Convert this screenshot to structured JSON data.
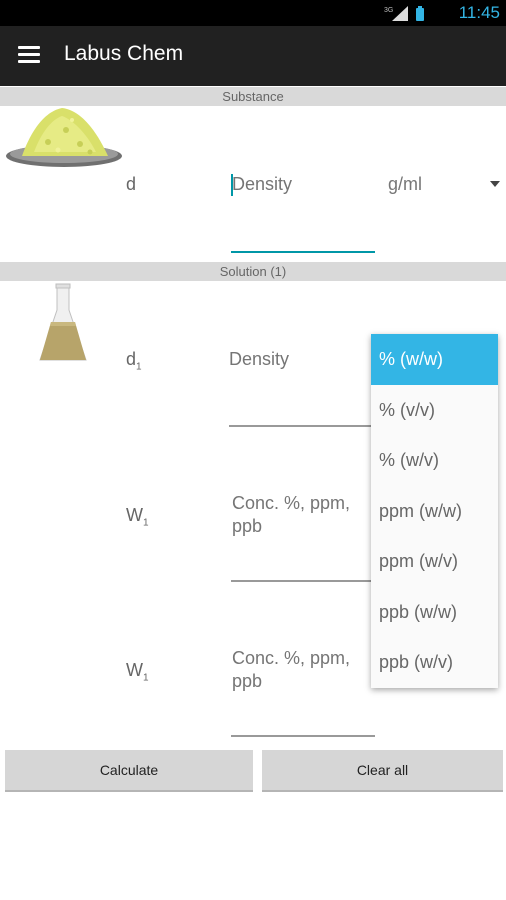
{
  "status_bar": {
    "time": "11:45",
    "network_label": "3G"
  },
  "app_bar": {
    "title": "Labus Chem",
    "menu_icon": "hamburger-menu-icon"
  },
  "substance": {
    "section_label": "Substance",
    "image": "yellow-powder-dish",
    "row": {
      "symbol": "d",
      "placeholder": "Density",
      "unit": "g/ml"
    }
  },
  "solution": {
    "section_label": "Solution (1)",
    "image": "erlenmeyer-flask",
    "rows": [
      {
        "symbol": "d",
        "subscript": "1",
        "placeholder": "Density"
      },
      {
        "symbol": "W",
        "subscript": "1",
        "placeholder": "Conc. %, ppm, ppb"
      },
      {
        "symbol": "W",
        "subscript": "1",
        "placeholder": "Conc. %, ppm, ppb"
      }
    ],
    "unit_options": [
      "% (w/w)",
      "% (v/v)",
      "% (w/v)",
      "ppm (w/w)",
      "ppm (w/v)",
      "ppb (w/w)",
      "ppb (w/v)"
    ],
    "selected_option": "% (w/w)"
  },
  "buttons": {
    "calculate": "Calculate",
    "clear_all": "Clear all"
  },
  "colors": {
    "accent": "#33b5e5",
    "app_bar": "#212121",
    "focus_line": "#0097a7",
    "section": "#d9d9d9"
  }
}
